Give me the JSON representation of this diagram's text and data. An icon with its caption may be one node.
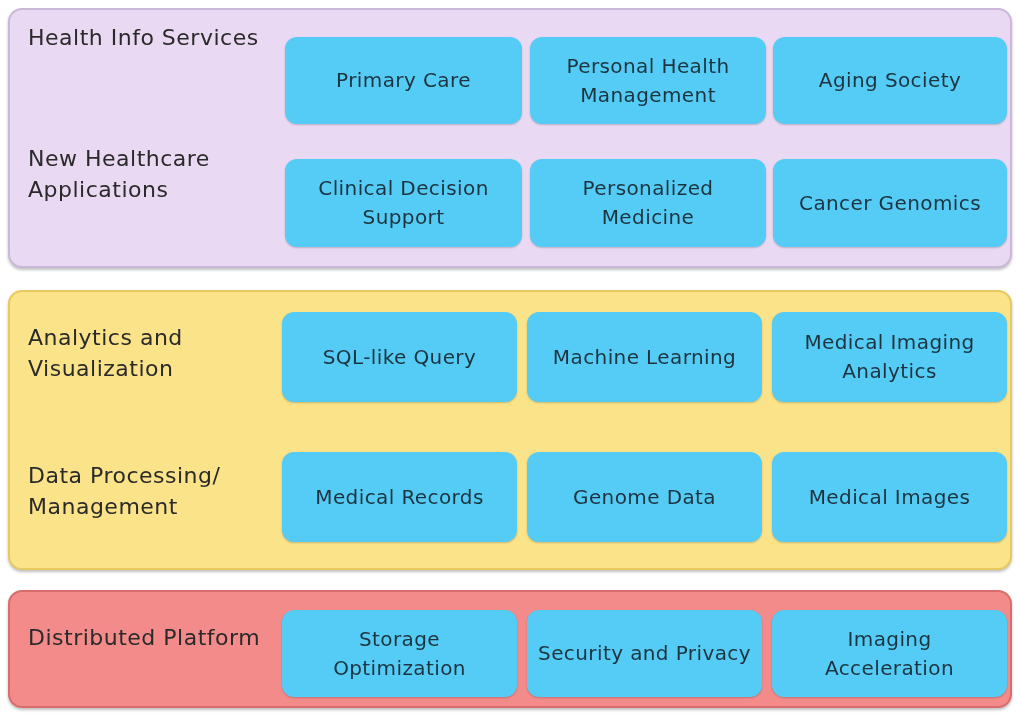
{
  "diagram": {
    "nodes": [
      {
        "text": [
          "Health Info Services",
          "New Healthcare Applications"
        ]
      },
      {
        "text": [
          "Primary Care"
        ],
        "in": 0
      },
      {
        "text": [
          "Personal Health Management"
        ],
        "in": 0
      },
      {
        "text": [
          "Aging Society"
        ],
        "in": 0
      },
      {
        "text": [
          "Clinical Decision Support"
        ],
        "in": 0
      },
      {
        "text": [
          "Personalized Medicine"
        ],
        "in": 0
      },
      {
        "text": [
          "Cancer Genomics"
        ],
        "in": 0
      },
      {
        "text": [
          "Analytics and Visualization",
          "Data Processing/ Management"
        ]
      },
      {
        "text": [
          "SQL-like Query"
        ],
        "in": 7
      },
      {
        "text": [
          "Machine Learning"
        ],
        "in": 7
      },
      {
        "text": [
          "Medical Imaging Analytics"
        ],
        "in": 7
      },
      {
        "text": [
          "Medical Records"
        ],
        "in": 7
      },
      {
        "text": [
          "Genome Data"
        ],
        "in": 7
      },
      {
        "text": [
          "Medical Images"
        ],
        "in": 7
      },
      {
        "text": [
          "Distributed Platform"
        ]
      },
      {
        "text": [
          "Storage Optimization"
        ],
        "in": 14
      },
      {
        "text": [
          "Security and Privacy"
        ],
        "in": 14
      },
      {
        "text": [
          "Imaging Acceleration"
        ],
        "in": 14
      }
    ]
  }
}
